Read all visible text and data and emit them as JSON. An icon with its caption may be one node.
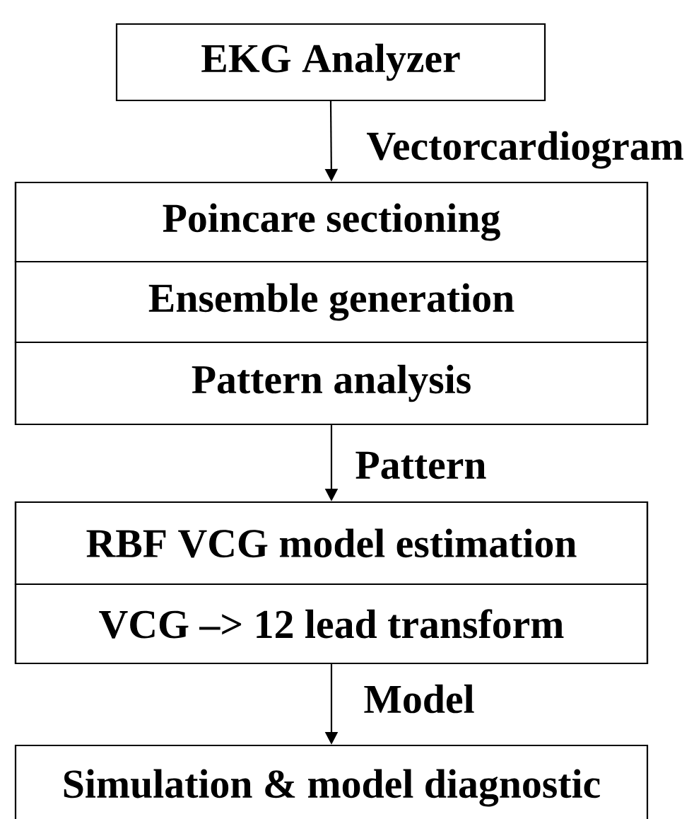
{
  "diagram": {
    "nodes": [
      {
        "text": [
          "EKG Analyzer"
        ]
      },
      {
        "text": [],
        "shape": "box"
      },
      {
        "text": [
          "Poincare sectioning"
        ],
        "in": 1
      },
      {
        "text": [
          "Ensemble generation"
        ],
        "in": 1
      },
      {
        "text": [
          "Pattern analysis"
        ],
        "in": 1
      },
      {
        "text": [],
        "shape": "box"
      },
      {
        "text": [
          "RBF VCG model estimation"
        ],
        "in": 5
      },
      {
        "text": [
          "VCG –> 12 lead transform"
        ],
        "in": 5
      },
      {
        "text": [
          "Simulation & model diagnostic"
        ]
      }
    ],
    "edges": [
      {
        "from": 0,
        "to": 1,
        "arrow": "to",
        "label": "Vectorcardiogram"
      },
      {
        "from": 1,
        "to": 5,
        "arrow": "to",
        "label": "Pattern"
      },
      {
        "from": 5,
        "to": 8,
        "arrow": "to",
        "label": "Model"
      }
    ]
  }
}
